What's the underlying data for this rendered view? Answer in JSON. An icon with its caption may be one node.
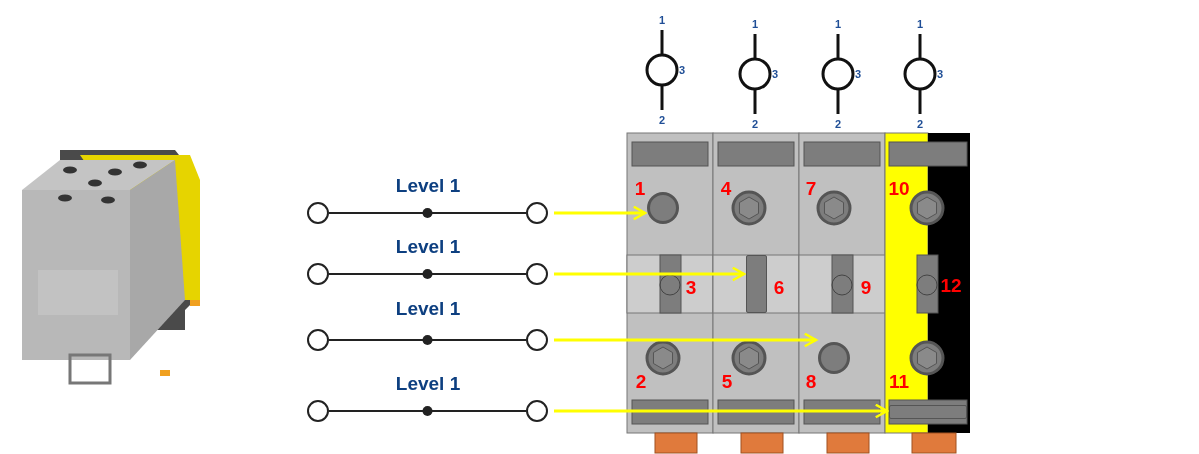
{
  "diagram": {
    "nodes": [
      {
        "text": [],
        "shape": "circle"
      },
      {
        "text": [],
        "shape": "circle"
      },
      {
        "text": [],
        "shape": "circle"
      },
      {
        "text": [],
        "shape": "circle"
      },
      {
        "text": [],
        "shape": "circle"
      },
      {
        "text": [],
        "shape": "bar"
      },
      {
        "text": [],
        "shape": "circle"
      },
      {
        "text": [],
        "shape": "circle"
      },
      {
        "text": [],
        "shape": "circle"
      },
      {
        "text": [],
        "shape": "circle"
      },
      {
        "text": [],
        "shape": "circle"
      },
      {
        "text": [],
        "shape": "bar"
      }
    ],
    "edges": [
      {
        "from": 0,
        "to": 1,
        "arrow": "none"
      },
      {
        "from": 1,
        "to": 2,
        "arrow": "to",
        "color": "#ffff00"
      },
      {
        "from": 3,
        "to": 4,
        "arrow": "none"
      },
      {
        "from": 4,
        "to": 5,
        "arrow": "to",
        "color": "#ffff00"
      },
      {
        "from": 6,
        "to": 7,
        "arrow": "none"
      },
      {
        "from": 7,
        "to": 8,
        "arrow": "to",
        "color": "#ffff00"
      },
      {
        "from": 9,
        "to": 10,
        "arrow": "none"
      },
      {
        "from": 10,
        "to": 11,
        "arrow": "to",
        "color": "#ffff00"
      }
    ],
    "labels": [
      "1",
      "3",
      "2",
      "1",
      "3",
      "2",
      "1",
      "3",
      "2",
      "1",
      "3",
      "2",
      "Level 1",
      "Level 1",
      "Level 1",
      "Level 1",
      "1",
      "4",
      "7",
      "10",
      "3",
      "6",
      "9",
      "12",
      "2",
      "5",
      "8",
      "11"
    ]
  }
}
